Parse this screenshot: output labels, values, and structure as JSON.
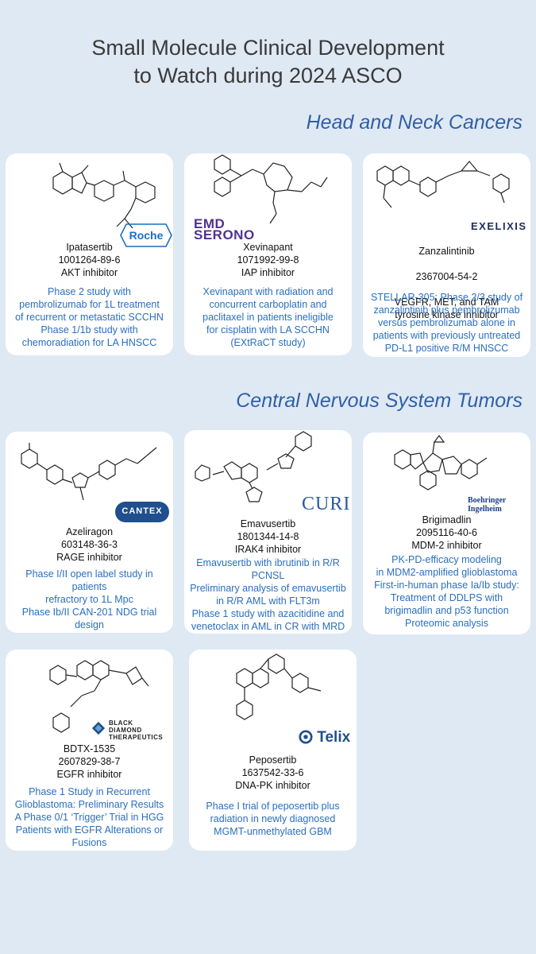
{
  "title": "Small Molecule Clinical Development\nto Watch during 2024 ASCO",
  "sections": [
    {
      "title": "Head and Neck Cancers"
    },
    {
      "title": "Central Nervous System Tumors"
    }
  ],
  "cards": [
    {
      "name": "Ipatasertib",
      "cas": "1001264-89-6",
      "target": "AKT inhibitor",
      "logo": "Roche",
      "description": "Phase 2 study with\npembrolizumab for 1L treatment\nof recurrent or metastatic SCCHN\nPhase 1/1b study with\nchemoradiation for LA HNSCC"
    },
    {
      "name": "Xevinapant",
      "cas": "1071992-99-8",
      "target": "IAP inhibitor",
      "logo": "EMD SERONO",
      "description": "Xevinapant with radiation and\nconcurrent carboplatin and\npaclitaxel in patients ineligible\nfor cisplatin with LA SCCHN\n(EXtRaCT study)"
    },
    {
      "name": "Zanzalintinib",
      "cas": "2367004-54-2",
      "target": "VEGFR, MET, and TAM\ntyrosine kinase inhibitor",
      "logo": "EXELIXIS",
      "description": "STELLAR-305: Phase 2/3 study of\nzanzalintinib plus pembrolizumab\nversus pembrolizumab alone in\npatients with previously untreated\nPD-L1 positive R/M HNSCC"
    },
    {
      "name": "Azeliragon",
      "cas": "603148-36-3",
      "target": "RAGE inhibitor",
      "logo": "CANTEX",
      "description": "Phase I/II open label study in patients\nrefractory to 1L Mpc\nPhase Ib/II CAN-201 NDG trial design\nPhase I/II study in brain metastases\n(ADORATION)"
    },
    {
      "name": "Emavusertib",
      "cas": "1801344-14-8",
      "target": "IRAK4 inhibitor",
      "logo": "CURIS",
      "description": "Emavusertib with ibrutinib in R/R\nPCNSL\nPreliminary analysis of emavusertib\nin R/R AML with FLT3m\nPhase 1 study with azacitidine and\nvenetoclax in AML in CR with MRD"
    },
    {
      "name": "Brigimadlin",
      "cas": "2095116-40-6",
      "target": "MDM-2 inhibitor",
      "logo": "Boehringer\nIngelheim",
      "description": "PK-PD-efficacy modeling\nin MDM2-amplified glioblastoma\nFirst-in-human phase Ia/Ib study:\nTreatment of DDLPS with\nbrigimadlin and p53 function\nProteomic analysis"
    },
    {
      "name": "BDTX-1535",
      "cas": "2607829-38-7",
      "target": "EGFR inhibitor",
      "logo": "BLACK\nDIAMOND\nTHERAPEUTICS",
      "description": "Phase 1 Study in Recurrent\nGlioblastoma: Preliminary Results\nA Phase 0/1 ‘Trigger’ Trial in HGG\nPatients with EGFR Alterations or\nFusions"
    },
    {
      "name": "Peposertib",
      "cas": "1637542-33-6",
      "target": "DNA-PK inhibitor",
      "logo": "Telix",
      "description": "Phase I trial of peposertib plus\nradiation in newly diagnosed\nMGMT-unmethylated  GBM"
    }
  ],
  "colors": {
    "background": "#dfe9f4",
    "section": "#2f5fa8",
    "description": "#2a6fbe"
  }
}
